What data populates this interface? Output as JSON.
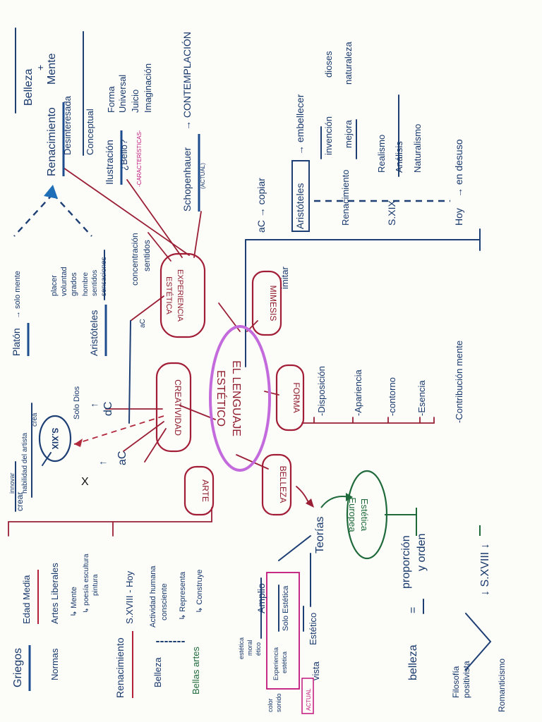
{
  "center": {
    "line1": "EL LENGUAJE",
    "line2": "ESTÉTICO"
  },
  "nodes": {
    "creatividad": "CREATIVIDAD",
    "arte": "ARTE",
    "forma": "FORMA",
    "belleza": "BELLEZA",
    "mimesis": "MIMESIS",
    "experiencia_1": "EXPERIENCIA",
    "experiencia_2": "ESTÉTICA",
    "estetica_europea_1": "Estética",
    "estetica_europea_2": "Europea",
    "sxix": "S.XIX"
  },
  "arte_branch": {
    "griegos": "Griegos",
    "normas": "Normas",
    "edad_media": "Edad Media",
    "artes_liberales": "Artes Liberales",
    "mente": "↳ Mente",
    "poesia": "↳ poesía escultura",
    "pintura": "pintura",
    "renacimiento": "Renacimiento",
    "belleza": "Belleza",
    "bellas_artes": "Bellas artes",
    "sxviii_hoy": "S.XVIII - Hoy",
    "actividad_1": "Actividad humana",
    "actividad_2": "consciente",
    "representa": "↳ Representa",
    "construye": "↳ Construye"
  },
  "creatividad_branch": {
    "crear": "crear",
    "innovar_1": "innovar",
    "innovar_2": "habilidad del artista",
    "crea": "crea",
    "solo_dios": "Solo Dios",
    "dc_top": "dC",
    "ac_bottom": "aC",
    "cross": "X",
    "up_arrow_1": "↑",
    "up_arrow_2": "↑"
  },
  "experiencia_branch": {
    "platon": "Platón",
    "solo_mente": "→ solo mente",
    "aristoteles": "Aristóteles",
    "placer": "placer",
    "voluntad": "voluntad",
    "grados": "grados",
    "hombre": "hombre",
    "sentidos": "sentidos",
    "sensaciones": "sensaciones",
    "concentracion_1": "concentración",
    "concentracion_2": "sentidos",
    "ac": "aC",
    "renacimiento": "Renacimiento",
    "belleza_mente_1": "Belleza",
    "belleza_mente_2": "+",
    "belleza_mente_3": "Mente",
    "ilustracion": "Ilustración",
    "bello": "¿Bello?",
    "caracteristicas": "-CARACTERÍSTICAS-",
    "desinteresada": "Desinteresada",
    "conceptual": "Conceptual",
    "forma": "Forma",
    "universal": "Universal",
    "juicio": "Juicio",
    "imaginacion": "Imaginación",
    "schopenhauer": "Schopenhauer",
    "actual": "(ACTUAL)",
    "contemplacion": "→ CONTEMPLACIÓN"
  },
  "mimesis_branch": {
    "imitar": "imitar",
    "ac_copiar": "aC → copiar",
    "aristoteles": "Aristóteles",
    "embellecer": "→ embellecer",
    "renacimiento": "Renacimiento",
    "invencion": "invención",
    "mejora": "mejora",
    "dioses": "dioses",
    "naturaleza": "naturaleza",
    "sxix": "S.XIX",
    "realismo": "Realismo",
    "analisis": "Análisis",
    "naturalismo": "Naturalismo",
    "hoy": "Hoy",
    "en_desuso": "→ en desuso"
  },
  "forma_branch": {
    "disposicion": "-Disposición",
    "apariencia": "-Apariencia",
    "contorno": "-contorno",
    "esencia": "-Esencia",
    "contribucion": "-Contribución mente"
  },
  "belleza_branch": {
    "teorias": "Teorías",
    "amplio": "Amplio",
    "estetico": "Estético",
    "estetica_moral_1": "estética",
    "estetica_moral_2": "moral",
    "estetica_moral_3": "ético",
    "solo_estetica": "Solo Estética",
    "experiencia_1": "Experiencia",
    "experiencia_2": "estética",
    "color": "color",
    "sonido": "sonido",
    "actual": "ACTUAL",
    "vista": "vista",
    "proporcion": "proporción",
    "y_orden": "y orden",
    "belleza": "belleza",
    "igual": "=",
    "sxviii": "↓ S.XVIII ↓",
    "filosofia_1": "Filosofía",
    "filosofia_2": "positivista",
    "romanticismo": "Romanticismo"
  }
}
